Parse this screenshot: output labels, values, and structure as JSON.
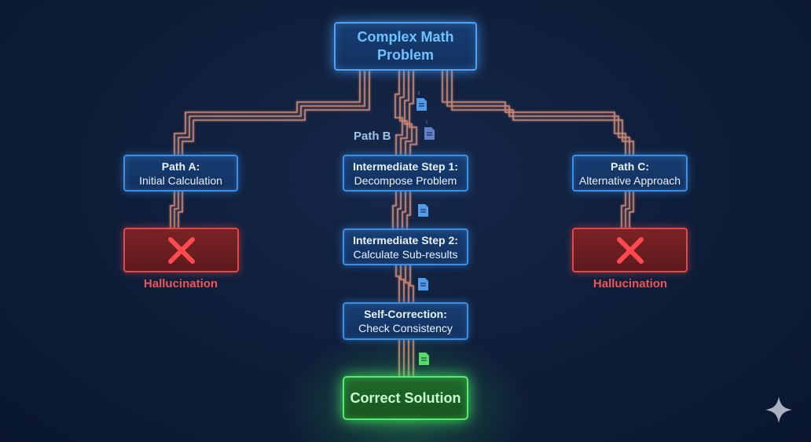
{
  "title": {
    "line1": "Complex Math",
    "line2": "Problem"
  },
  "path_a": {
    "line1": "Path A:",
    "line2": "Initial Calculation",
    "result": "Hallucination"
  },
  "path_b": {
    "label": "Path B"
  },
  "path_c": {
    "line1": "Path C:",
    "line2": "Alternative Approach",
    "result": "Hallucination"
  },
  "steps": [
    {
      "line1": "Intermediate Step 1:",
      "line2": "Decompose Problem"
    },
    {
      "line1": "Intermediate Step 2:",
      "line2": "Calculate Sub-results"
    },
    {
      "line1": "Self-Correction:",
      "line2": "Check Consistency"
    }
  ],
  "solution": "Correct Solution",
  "colors": {
    "background": "#0e1d38",
    "node_border": "#3b8fe6",
    "wire": "#d9907a",
    "failure": "#e0494b",
    "success": "#4df06a",
    "document_icon": "#5aa8ff",
    "document_icon_success": "#5ee86d"
  },
  "icons": [
    "cross-icon",
    "document-icon",
    "sparkle-icon"
  ]
}
